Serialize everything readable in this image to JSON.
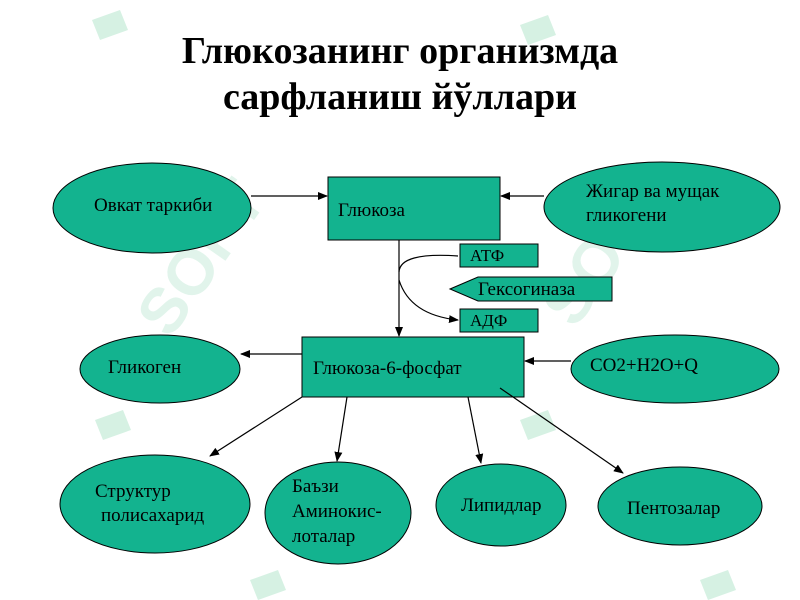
{
  "title": {
    "line1": "Глюкозанинг организмда",
    "line2": "сарфланиш йўллари"
  },
  "colors": {
    "node_fill": "#13b38f",
    "node_stroke": "#000000",
    "label_fill": "#13b38f",
    "watermark": "#c8ead8"
  },
  "nodes": {
    "ovqat": "Овкат таркиби",
    "glucose": "Глюкоза",
    "jigar_line1": "Жигар ва мущак",
    "jigar_line2": "гликогени",
    "atf": "АТФ",
    "geksokinaza": "Гексогиназа",
    "adf": "АДФ",
    "glycogen": "Гликоген",
    "g6p": "Глюкоза-6-фосфат",
    "co2": "CO2+H2O+Q",
    "struktur_line1": "Структур",
    "struktur_line2": "полисахарид",
    "bazi_line1": "Баъзи",
    "bazi_line2": "Аминокис-",
    "bazi_line3": "лоталар",
    "lipidlar": "Липидлар",
    "pentozalar": "Пентозалар"
  },
  "watermark_text": "SOFT"
}
